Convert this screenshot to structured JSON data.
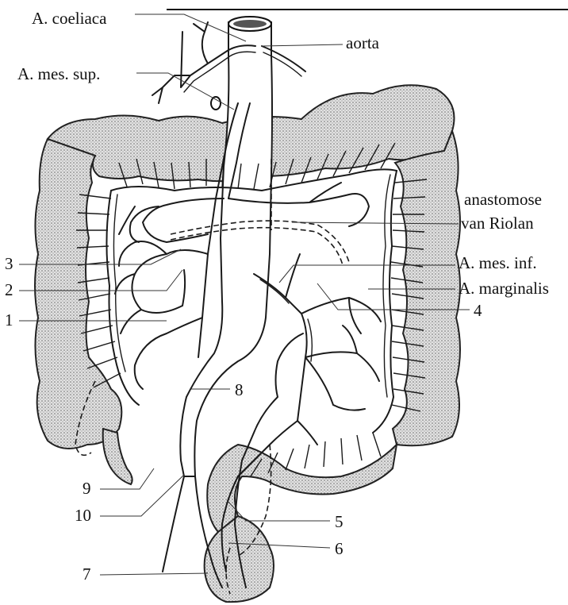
{
  "labels": {
    "coeliaca": "A. coeliaca",
    "aorta": "aorta",
    "mes_sup": "A. mes. sup.",
    "anastomose_line1": "anastomose",
    "anastomose_line2": "van Riolan",
    "mes_inf": "A. mes. inf.",
    "marginalis": "A. marginalis"
  },
  "numbers": [
    "1",
    "2",
    "3",
    "4",
    "5",
    "6",
    "7",
    "8",
    "9",
    "10"
  ],
  "colors": {
    "ink": "#111111",
    "stipple": "#9a9a9a",
    "background": "#ffffff"
  }
}
